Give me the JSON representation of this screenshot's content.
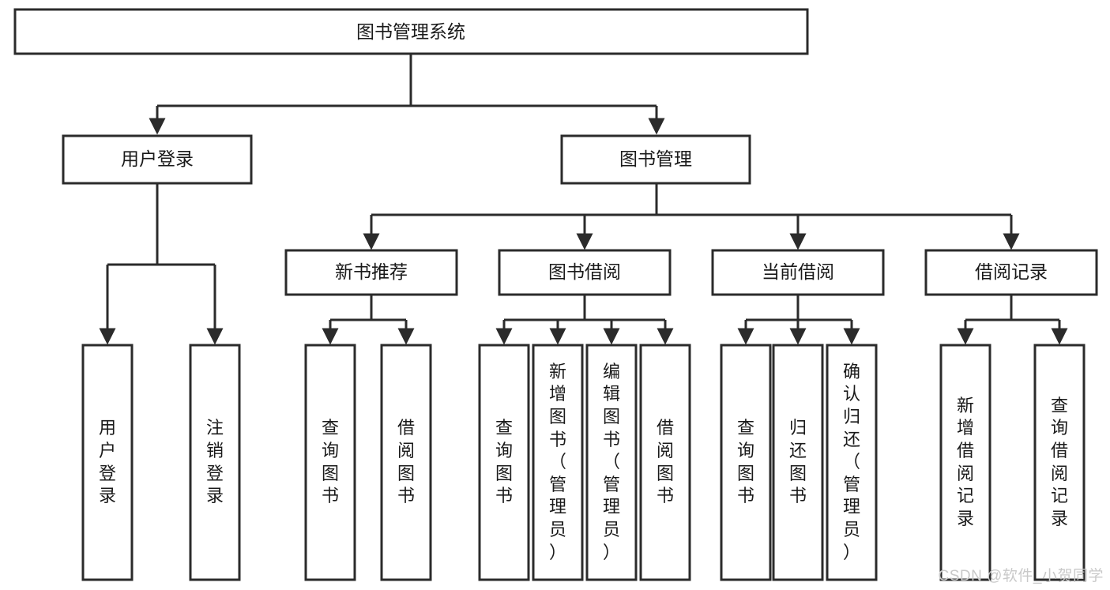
{
  "diagram": {
    "type": "tree",
    "title": "图书管理系统",
    "watermark": "CSDN @软件_小贺同学",
    "colors": {
      "stroke": "#2b2b2b",
      "box_fill": "#ffffff",
      "text": "#1a1a1a",
      "background": "#ffffff",
      "watermark": "#c9c9c9"
    },
    "root": {
      "label": "图书管理系统"
    },
    "level2": [
      {
        "label": "用户登录"
      },
      {
        "label": "图书管理"
      }
    ],
    "level3": [
      {
        "label": "新书推荐"
      },
      {
        "label": "图书借阅"
      },
      {
        "label": "当前借阅"
      },
      {
        "label": "借阅记录"
      }
    ],
    "leaves": {
      "user_login": [
        {
          "label": "用户登录",
          "chars": [
            "用",
            "户",
            "登",
            "录"
          ]
        },
        {
          "label": "注销登录",
          "chars": [
            "注",
            "销",
            "登",
            "录"
          ]
        }
      ],
      "new_book": [
        {
          "label": "查询图书",
          "chars": [
            "查",
            "询",
            "图",
            "书"
          ]
        },
        {
          "label": "借阅图书",
          "chars": [
            "借",
            "阅",
            "图",
            "书"
          ]
        }
      ],
      "book_borrow": [
        {
          "label": "查询图书",
          "chars": [
            "查",
            "询",
            "图",
            "书"
          ]
        },
        {
          "label": "新增图书（管理员）",
          "chars": [
            "新",
            "增",
            "图",
            "书",
            "（",
            "管",
            "理",
            "员",
            "）"
          ]
        },
        {
          "label": "编辑图书（管理员）",
          "chars": [
            "编",
            "辑",
            "图",
            "书",
            "（",
            "管",
            "理",
            "员",
            "）"
          ]
        },
        {
          "label": "借阅图书",
          "chars": [
            "借",
            "阅",
            "图",
            "书"
          ]
        }
      ],
      "current_borrow": [
        {
          "label": "查询图书",
          "chars": [
            "查",
            "询",
            "图",
            "书"
          ]
        },
        {
          "label": "归还图书",
          "chars": [
            "归",
            "还",
            "图",
            "书"
          ]
        },
        {
          "label": "确认归还（管理员）",
          "chars": [
            "确",
            "认",
            "归",
            "还",
            "（",
            "管",
            "理",
            "员",
            "）"
          ]
        }
      ],
      "borrow_record": [
        {
          "label": "新增借阅记录",
          "chars": [
            "新",
            "增",
            "借",
            "阅",
            "记",
            "录"
          ]
        },
        {
          "label": "查询借阅记录",
          "chars": [
            "查",
            "询",
            "借",
            "阅",
            "记",
            "录"
          ]
        }
      ]
    }
  }
}
